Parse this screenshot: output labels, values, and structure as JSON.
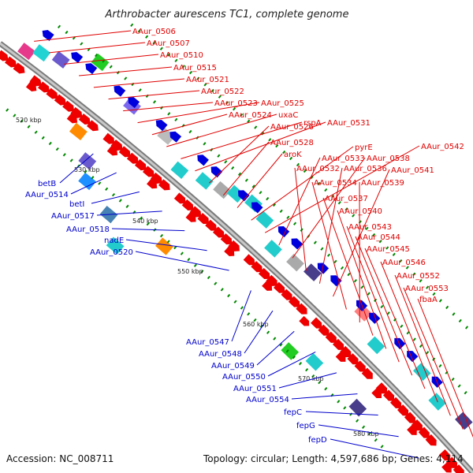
{
  "title": "Arthrobacter aurescens TC1, complete genome",
  "footer": {
    "accession": "Accession: NC_008711",
    "topology": "Topology: circular; Length: 4,597,686 bp; Genes: 4,114"
  },
  "colors": {
    "forward": "#ee0000",
    "reverse": "#0000dd",
    "backbone": "#9a9a9a",
    "tick": "#008800"
  },
  "tick_labels": [
    "520 kbp",
    "530 kbp",
    "540 kbp",
    "550 kbp",
    "560 kbp",
    "570 kbp",
    "580 kbp"
  ],
  "red_labels": [
    "AAur_0506",
    "AAur_0507",
    "AAur_0510",
    "AAur_0515",
    "AAur_0521",
    "AAur_0522",
    "AAur_0523",
    "AAur_0525",
    "AAur_0524",
    "uxaC",
    "rspA",
    "AAur_0531",
    "AAur_0526",
    "AAur_0528",
    "aroK",
    "pyrE",
    "AAur_0542",
    "AAur_0533",
    "AAur_0538",
    "AAur_0532",
    "AAur_0536",
    "AAur_0541",
    "AAur_0534",
    "AAur_0539",
    "AAur_0537",
    "AAur_0540",
    "AAur_0543",
    "AAur_0544",
    "AAur_0545",
    "AAur_0546",
    "AAur_0552",
    "AAur_0553",
    "fbaA"
  ],
  "blue_labels": [
    "betB",
    "AAur_0514",
    "betI",
    "AAur_0517",
    "AAur_0518",
    "nadE",
    "AAur_0520",
    "AAur_0547",
    "AAur_0548",
    "AAur_0549",
    "AAur_0550",
    "AAur_0551",
    "AAur_0554",
    "fepC",
    "fepG",
    "fepD"
  ]
}
